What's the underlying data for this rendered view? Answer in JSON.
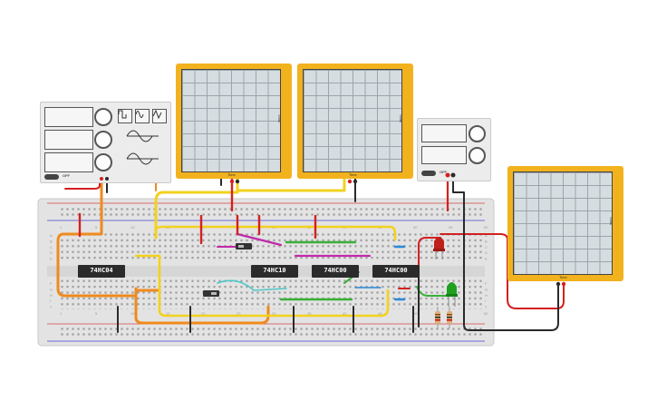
{
  "canvas": {
    "background": "#ffffff"
  },
  "chips": [
    {
      "id": "u1",
      "label": "74HC04"
    },
    {
      "id": "u2",
      "label": "74HC10"
    },
    {
      "id": "u3",
      "label": "74HC00"
    },
    {
      "id": "u4",
      "label": "74HC00"
    }
  ],
  "oscilloscopes": [
    {
      "id": "scope-1",
      "time_label": "Time",
      "volts_label": "Volts"
    },
    {
      "id": "scope-2",
      "time_label": "Time",
      "volts_label": "Volts"
    },
    {
      "id": "scope-3",
      "time_label": "Time",
      "volts_label": "Volts"
    }
  ],
  "function_generator": {
    "power_label": "OFF"
  },
  "power_supply": {
    "power_label": "OFF"
  },
  "breadboard": {
    "row_letters_top": [
      "A",
      "B",
      "C",
      "D",
      "E"
    ],
    "row_letters_bottom": [
      "F",
      "G",
      "H",
      "I",
      "J"
    ],
    "column_labels": [
      "1",
      "5",
      "10",
      "15",
      "20",
      "25",
      "30",
      "35",
      "40",
      "45",
      "50",
      "55",
      "60"
    ]
  },
  "leds": [
    {
      "id": "led-red",
      "color": "#c0201a"
    },
    {
      "id": "led-green",
      "color": "#1fa01f"
    }
  ],
  "colors": {
    "device_frame": "#f2b21e",
    "screen": "#d6dde0",
    "board": "#e3e3e3",
    "wire_red": "#d32020",
    "wire_black": "#2a2a2a",
    "wire_yellow": "#f2d21e",
    "wire_orange": "#ef8a1e",
    "wire_green": "#38b038",
    "wire_purple": "#c02aa8",
    "wire_blue": "#2a88d8",
    "wire_cyan": "#4fc7c7"
  }
}
